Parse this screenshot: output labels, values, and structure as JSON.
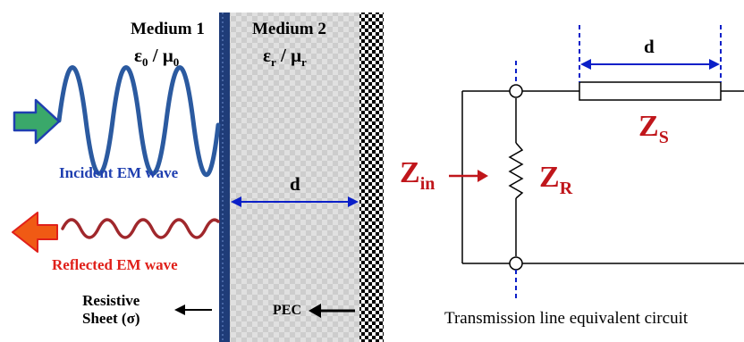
{
  "left_panel": {
    "medium1": {
      "name": "Medium 1",
      "params": "ε",
      "params_sub1": "0",
      "params_sep": " / μ",
      "params_sub2": "0"
    },
    "medium2": {
      "name": "Medium 2",
      "params": "ε",
      "params_sub1": "r",
      "params_sep": " / μ",
      "params_sub2": "r"
    },
    "incident_label": "Incident EM wave",
    "reflected_label": "Reflected EM wave",
    "thickness_label": "d",
    "resistive_label_line1": "Resistive",
    "resistive_label_line2": "Sheet (σ)",
    "pec_label": "PEC"
  },
  "right_panel": {
    "line_length_label": "d",
    "zs_main": "Z",
    "zs_sub": "S",
    "zin_main": "Z",
    "zin_sub": "in",
    "zr_main": "Z",
    "zr_sub": "R",
    "caption": "Transmission line equivalent circuit"
  },
  "colors": {
    "incident_wave": "#2b5aa0",
    "reflected_wave": "#a0282c",
    "incident_text": "#1f3fb0",
    "reflected_text": "#e0201a",
    "impedance_text": "#c0161b",
    "arrow_blue": "#0a1fc8",
    "sheet_blue": "#1f3c78",
    "green_arrow": "#3aa86a",
    "orange_arrow": "#f05a14"
  }
}
